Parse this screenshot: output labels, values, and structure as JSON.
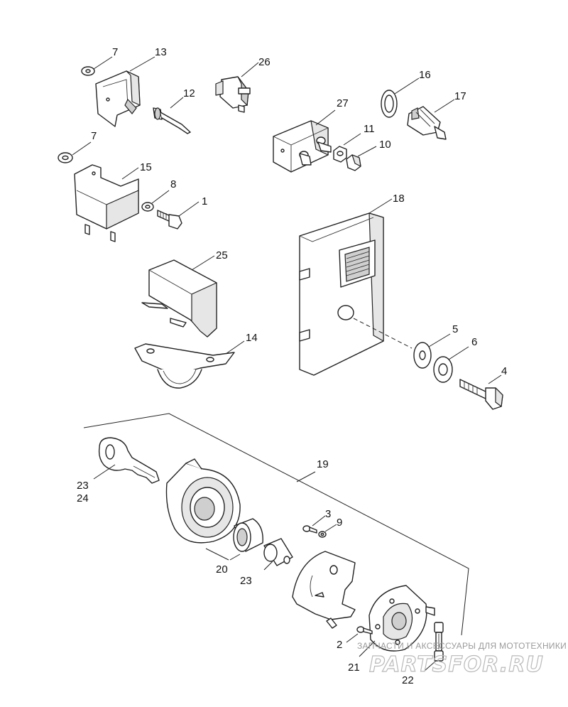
{
  "callouts": {
    "c1": "1",
    "c2": "2",
    "c3": "3",
    "c4": "4",
    "c5": "5",
    "c6": "6",
    "c7a": "7",
    "c7b": "7",
    "c8": "8",
    "c9": "9",
    "c10": "10",
    "c11": "11",
    "c12": "12",
    "c13": "13",
    "c14": "14",
    "c15": "15",
    "c16": "16",
    "c17": "17",
    "c18": "18",
    "c19": "19",
    "c20": "20",
    "c21": "21",
    "c22": "22",
    "c23a": "23",
    "c24": "24",
    "c23b": "23",
    "c25": "25",
    "c26": "26",
    "c27": "27"
  },
  "watermark": {
    "line": "ЗАПЧАСТИ И АКСЕССУАРЫ ДЛЯ МОТОТЕХНИКИ",
    "logo": "PARTSFOR.RU"
  }
}
